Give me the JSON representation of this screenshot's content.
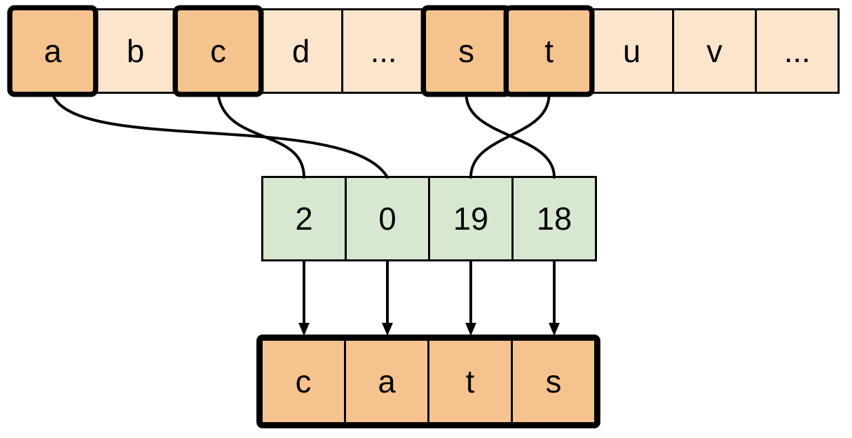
{
  "alphabet_row": {
    "cells": [
      {
        "label": "a",
        "highlighted": true
      },
      {
        "label": "b",
        "highlighted": false
      },
      {
        "label": "c",
        "highlighted": true
      },
      {
        "label": "d",
        "highlighted": false
      },
      {
        "label": "...",
        "highlighted": false
      },
      {
        "label": "s",
        "highlighted": true
      },
      {
        "label": "t",
        "highlighted": true
      },
      {
        "label": "u",
        "highlighted": false
      },
      {
        "label": "v",
        "highlighted": false
      },
      {
        "label": "...",
        "highlighted": false
      }
    ]
  },
  "index_row": {
    "cells": [
      {
        "label": "2"
      },
      {
        "label": "0"
      },
      {
        "label": "19"
      },
      {
        "label": "18"
      }
    ]
  },
  "output_row": {
    "cells": [
      {
        "label": "c"
      },
      {
        "label": "a"
      },
      {
        "label": "t"
      },
      {
        "label": "s"
      }
    ]
  },
  "mappings": [
    {
      "from_cell": "a",
      "to_index_value": "0"
    },
    {
      "from_cell": "c",
      "to_index_value": "2"
    },
    {
      "from_cell": "s",
      "to_index_value": "18"
    },
    {
      "from_cell": "t",
      "to_index_value": "19"
    }
  ],
  "colors": {
    "cell_default": "#FCE5CD",
    "cell_highlight": "#F5C38E",
    "index_cell": "#D8E8D0",
    "output_cell": "#F5C38E",
    "stroke": "#000000"
  }
}
